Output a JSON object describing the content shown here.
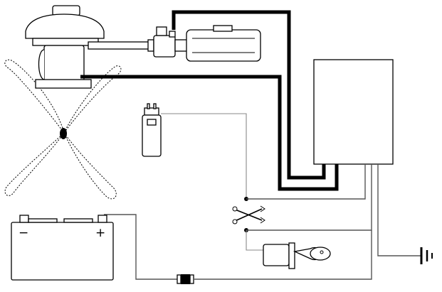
{
  "diagram": {
    "battery": {
      "negative_symbol": "−",
      "positive_symbol": "+"
    },
    "components": [
      "fan-motor",
      "drive-shaft",
      "coupling",
      "electric-motor",
      "controller-box",
      "ignition-coil",
      "switch",
      "ignition-switch-with-key",
      "fuse",
      "ground",
      "battery"
    ]
  }
}
